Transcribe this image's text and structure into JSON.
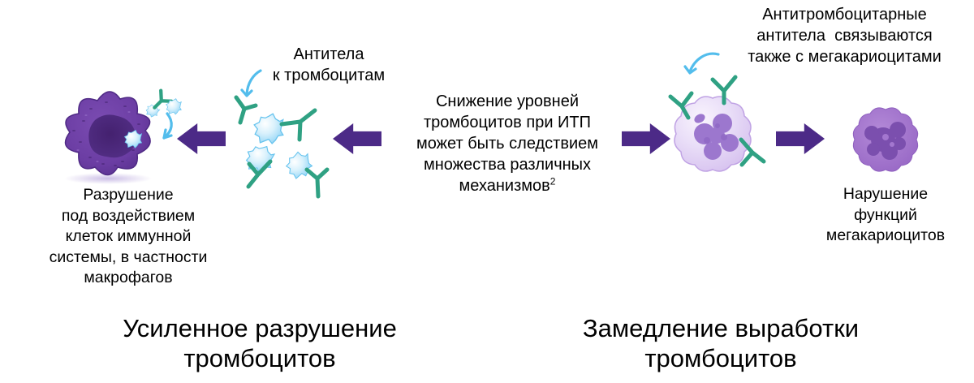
{
  "colors": {
    "arrow_purple": "#4c2a87",
    "antibody_green": "#2fa183",
    "platelet_blue": "#9fdbf7",
    "curved_arrow_blue": "#53bdec",
    "macrophage_purple": "#63399b",
    "macrophage_nucleus": "#472371",
    "megakaryocyte_body": "#e2d3f6",
    "megakaryocyte_nucleus": "#9c77ce",
    "damaged_cell_body": "#a377cf",
    "damaged_cell_nucleus": "#7b4fae",
    "text_color": "#000000"
  },
  "labels": {
    "antibodies_to_platelets": {
      "lines": [
        "Антитела",
        "к тромбоцитам"
      ]
    },
    "antiplatelet_antibodies": {
      "lines": [
        "Антитромбоцитарные",
        "антитела  связываются",
        "также с мегакариоцитами"
      ]
    }
  },
  "center_text": {
    "lines": [
      "Снижение уровней",
      "тромбоцитов при ИТП",
      "может быть следствием",
      "множества различных"
    ],
    "footnote_base": "механизмов",
    "footnote_sup": "2"
  },
  "captions": {
    "macrophage_destruction": {
      "lines": [
        "Разрушение",
        "под воздействием",
        "клеток иммунной",
        "системы, в частности",
        "макрофагов"
      ]
    },
    "megakaryocyte_dysfunction": {
      "lines": [
        "Нарушение",
        "функций",
        "мегакариоцитов"
      ]
    }
  },
  "headings": {
    "left": {
      "lines": [
        "Усиленное разрушение",
        "тромбоцитов"
      ]
    },
    "right": {
      "lines": [
        "Замедление выработки",
        "тромбоцитов"
      ]
    }
  },
  "figures": {
    "macrophage": "macrophage engulfing platelets",
    "platelet_cluster": "platelets with bound antibodies",
    "megakaryocyte": "megakaryocyte with bound antibodies",
    "damaged_megakaryocyte": "megakaryocyte with impaired function",
    "flow_arrow": "purple block arrow",
    "curved_arrow": "light blue curved pointer arrow"
  }
}
